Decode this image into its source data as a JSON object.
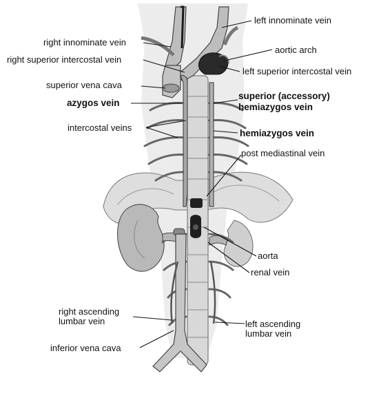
{
  "labels": {
    "left_innominate_vein": "left innominate vein",
    "right_innominate_vein": "right innominate vein",
    "aortic_arch": "aortic arch",
    "right_superior_intercostal_vein": "right superior intercostal vein",
    "left_superior_intercostal_vein": "left superior intercostal vein",
    "superior_vena_cava": "superior vena cava",
    "azygos_vein": "azygos vein",
    "superior_accessory_hemiazygos_line1": "superior (accessory)",
    "superior_accessory_hemiazygos_line2": "hemiazygos vein",
    "intercostal_veins": "intercostal veins",
    "hemiazygos_vein": "hemiazygos vein",
    "post_mediastinal_vein": "post mediastinal vein",
    "aorta": "aorta",
    "renal_vein": "renal vein",
    "right_ascending_lumbar_vein": "right ascending\nlumbar vein",
    "left_ascending_lumbar_vein": "left ascending\nlumbar vein",
    "inferior_vena_cava": "inferior vena cava"
  },
  "colors": {
    "vein_fill": "#c9c9c9",
    "tissue_fill": "#e2e2e2",
    "outline": "#555555",
    "dark": "#1a1a1a",
    "label_text": "#111111"
  }
}
